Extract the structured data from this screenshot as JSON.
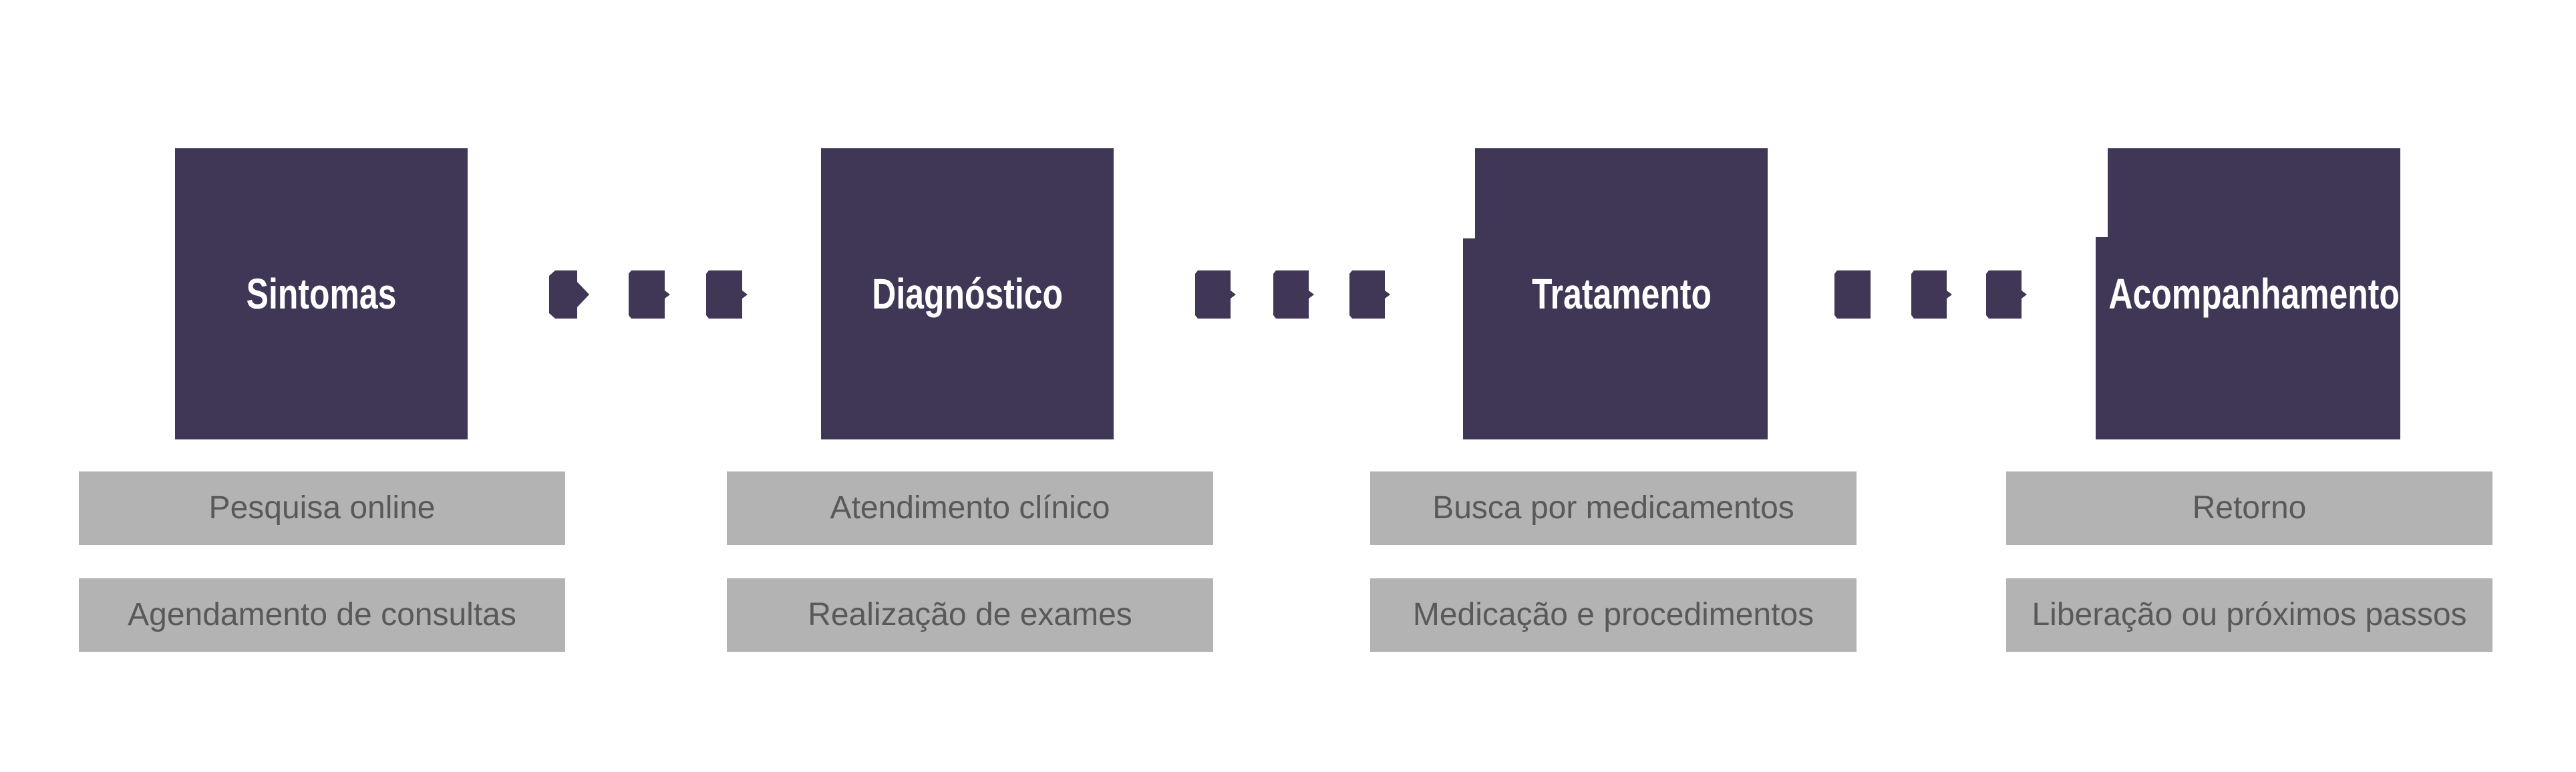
{
  "diagram": {
    "stages": [
      {
        "title": "Sintomas",
        "items": [
          "Pesquisa online",
          "Agendamento de consultas"
        ]
      },
      {
        "title": "Diagnóstico",
        "items": [
          "Atendimento clínico",
          "Realização de exames"
        ]
      },
      {
        "title": "Tratamento",
        "items": [
          "Busca por medicamentos",
          "Medicação e procedimentos"
        ]
      },
      {
        "title": "Acompanhamento",
        "items": [
          "Retorno",
          "Liberação ou próximos passos"
        ]
      }
    ],
    "colors": {
      "box": "#3F3755",
      "bar": "#B3B3B3",
      "bar_text": "#595959",
      "title_text": "#FFFFFF",
      "background": "#FFFFFF"
    }
  }
}
